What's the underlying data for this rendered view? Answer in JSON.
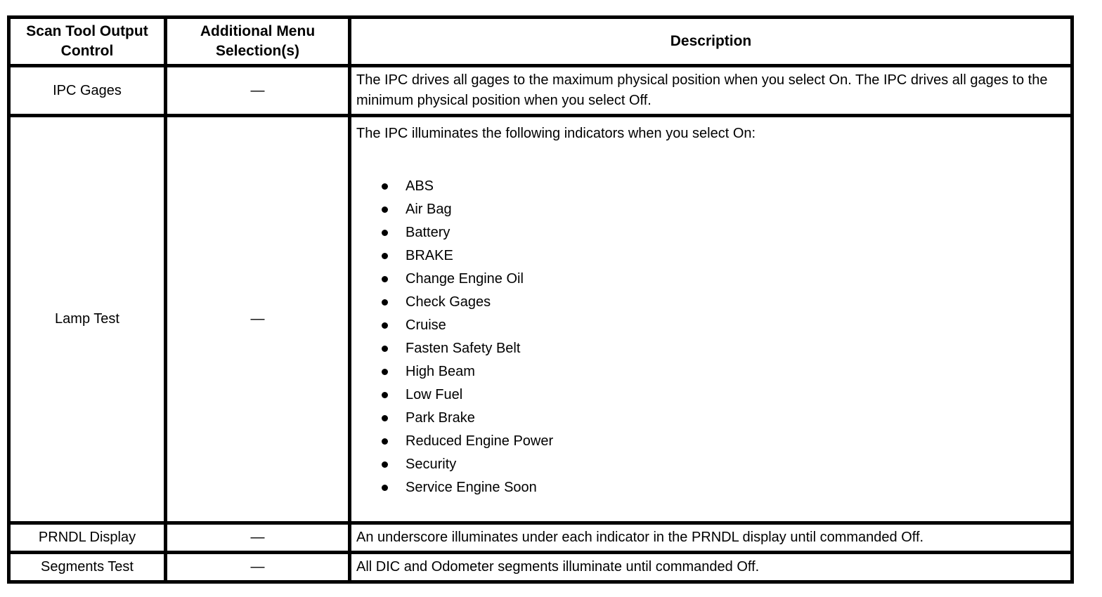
{
  "colors": {
    "border": "#000000",
    "background": "#ffffff",
    "text": "#000000"
  },
  "table": {
    "headers": [
      "Scan Tool Output Control",
      "Additional Menu Selection(s)",
      "Description"
    ],
    "rows": [
      {
        "control": "IPC Gages",
        "menu": "—",
        "description": "The IPC drives all gages to the maximum physical position when you select On. The IPC drives all gages to the minimum physical position when you select Off."
      },
      {
        "control": "Lamp Test",
        "menu": "—",
        "description_intro": "The IPC illuminates the following indicators when you select On:",
        "indicators": [
          "ABS",
          "Air Bag",
          "Battery",
          "BRAKE",
          "Change Engine Oil",
          "Check Gages",
          "Cruise",
          "Fasten Safety Belt",
          "High Beam",
          "Low Fuel",
          "Park Brake",
          "Reduced Engine Power",
          "Security",
          "Service Engine Soon"
        ]
      },
      {
        "control": "PRNDL Display",
        "menu": "—",
        "description": "An underscore illuminates under each indicator in the PRNDL display until commanded Off."
      },
      {
        "control": "Segments Test",
        "menu": "—",
        "description": "All DIC and Odometer segments illuminate until commanded Off."
      }
    ]
  }
}
